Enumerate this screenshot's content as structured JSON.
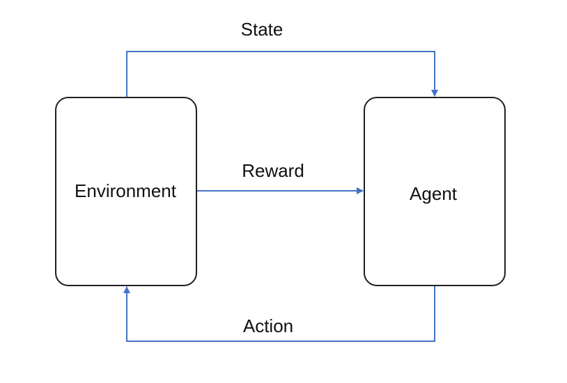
{
  "nodes": {
    "environment": {
      "label": "Environment"
    },
    "agent": {
      "label": "Agent"
    }
  },
  "edges": {
    "state": {
      "label": "State",
      "from": "Environment",
      "to": "Agent"
    },
    "reward": {
      "label": "Reward",
      "from": "Environment",
      "to": "Agent"
    },
    "action": {
      "label": "Action",
      "from": "Agent",
      "to": "Environment"
    }
  },
  "colors": {
    "edge": "#4472c4",
    "box_border": "#1f1f1f",
    "text": "#111111",
    "background": "#ffffff"
  }
}
